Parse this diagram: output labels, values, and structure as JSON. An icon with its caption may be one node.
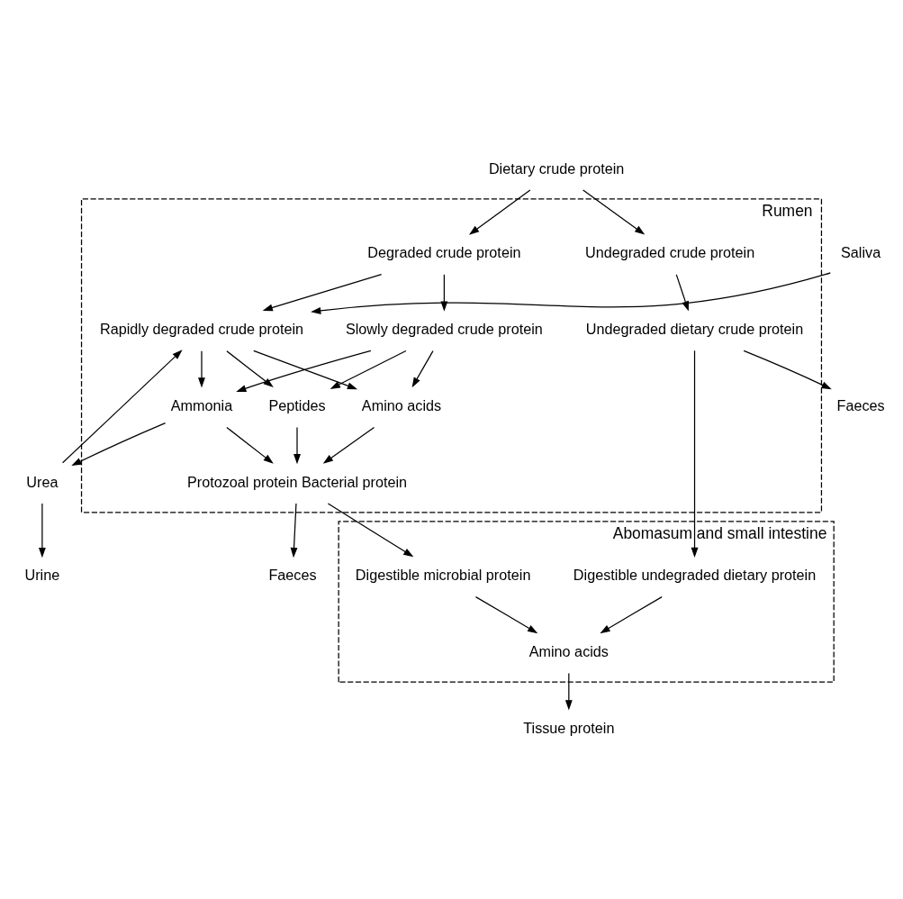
{
  "diagram": {
    "nodes": [
      {
        "text": [
          "Rumen"
        ]
      },
      {
        "text": [
          "Abomasum and small intestine"
        ]
      },
      {
        "text": [
          "Dietary crude protein"
        ]
      },
      {
        "text": [
          "Degraded crude protein"
        ],
        "in": 0
      },
      {
        "text": [
          "Undegraded crude protein"
        ],
        "in": 0
      },
      {
        "text": [
          "Saliva"
        ]
      },
      {
        "text": [
          "Rapidly degraded crude protein"
        ],
        "in": 0
      },
      {
        "text": [
          "Slowly degraded crude protein"
        ],
        "in": 0
      },
      {
        "text": [
          "Urea"
        ]
      },
      {
        "text": [
          "Ammonia"
        ],
        "in": 0
      },
      {
        "text": [
          "Peptides"
        ],
        "in": 0
      },
      {
        "text": [
          "Amino acids"
        ],
        "in": 0
      },
      {
        "text": [
          "Urine"
        ]
      },
      {
        "text": [
          "Protozoal protein Bacterial protein"
        ],
        "in": 0
      },
      {
        "text": [
          "Undegraded dietary crude protein"
        ],
        "in": 0
      },
      {
        "text": [
          "Faeces"
        ]
      },
      {
        "text": [
          "Faeces"
        ]
      },
      {
        "text": [
          "Digestible microbial protein"
        ],
        "in": 1
      },
      {
        "text": [
          "Digestible undegraded dietary protein"
        ],
        "in": 1
      },
      {
        "text": [
          "Amino acids"
        ],
        "in": 1
      },
      {
        "text": [
          "Tissue protein"
        ]
      }
    ],
    "edges": [
      {
        "from": 2,
        "to": 3,
        "arrow": "to"
      },
      {
        "from": 2,
        "to": 4,
        "arrow": "to"
      },
      {
        "from": 3,
        "to": 6,
        "arrow": "to"
      },
      {
        "from": 3,
        "to": 7,
        "arrow": "to"
      },
      {
        "from": 5,
        "to": 6,
        "arrow": "to"
      },
      {
        "from": 8,
        "to": 6,
        "arrow": "to"
      },
      {
        "from": 6,
        "to": 9,
        "arrow": "to"
      },
      {
        "from": 6,
        "to": 10,
        "arrow": "to"
      },
      {
        "from": 6,
        "to": 11,
        "arrow": "to"
      },
      {
        "from": 7,
        "to": 9,
        "arrow": "to"
      },
      {
        "from": 7,
        "to": 10,
        "arrow": "to"
      },
      {
        "from": 7,
        "to": 11,
        "arrow": "to"
      },
      {
        "from": 9,
        "to": 8,
        "arrow": "to"
      },
      {
        "from": 8,
        "to": 12,
        "arrow": "to"
      },
      {
        "from": 9,
        "to": 13,
        "arrow": "to"
      },
      {
        "from": 10,
        "to": 13,
        "arrow": "to"
      },
      {
        "from": 11,
        "to": 13,
        "arrow": "to"
      },
      {
        "from": 4,
        "to": 14,
        "arrow": "to"
      },
      {
        "from": 13,
        "to": 15,
        "arrow": "to"
      },
      {
        "from": 13,
        "to": 17,
        "arrow": "to"
      },
      {
        "from": 14,
        "to": 16,
        "arrow": "to"
      },
      {
        "from": 14,
        "to": 18,
        "arrow": "to"
      },
      {
        "from": 17,
        "to": 19,
        "arrow": "to"
      },
      {
        "from": 18,
        "to": 19,
        "arrow": "to"
      },
      {
        "from": 19,
        "to": 20,
        "arrow": "to"
      }
    ]
  }
}
